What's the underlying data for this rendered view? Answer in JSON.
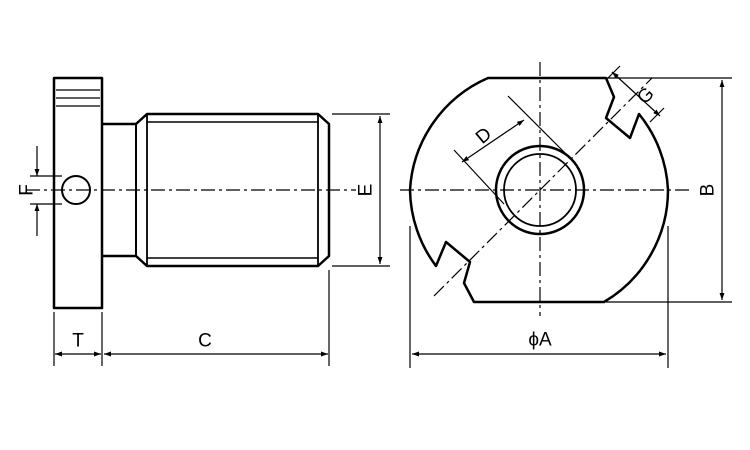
{
  "labels": {
    "f": "F",
    "t": "T",
    "c": "C",
    "e": "E",
    "d": "D",
    "g": "G",
    "a": "ϕA",
    "b": "B"
  },
  "colors": {
    "stroke": "#000000",
    "background": "#ffffff"
  }
}
